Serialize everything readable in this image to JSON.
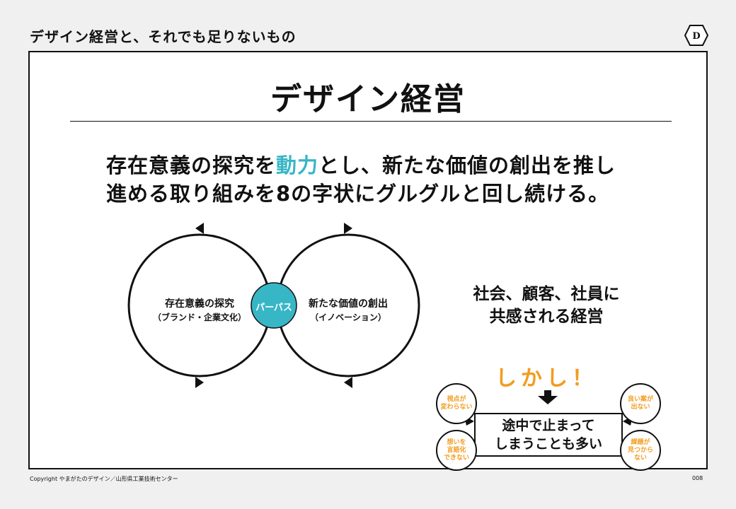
{
  "header": {
    "title": "デザイン経営と、それでも足りないもの",
    "logo_letter": "D"
  },
  "slide": {
    "title": "デザイン経営",
    "statement": {
      "line1_before": "存在意義の探究を",
      "line1_accent": "動力",
      "line1_after": "とし、新たな価値の創出を推し",
      "line2": "進める取り組みを8の字状にグルグルと回し続ける。"
    },
    "diagram": {
      "left_loop": {
        "main": "存在意義の探究",
        "sub": "（ブランド・企業文化）"
      },
      "right_loop": {
        "main": "新たな価値の創出",
        "sub": "（イノベーション）"
      },
      "center": "パーパス"
    },
    "empathy": {
      "line1": "社会、顧客、社員に",
      "line2": "共感される経営"
    },
    "however": "しかし！",
    "stall": {
      "line1": "途中で止まって",
      "line2": "しまうことも多い"
    },
    "bubbles": [
      {
        "text": "視点が\n変わらない"
      },
      {
        "text": "想いを\n言語化\nできない"
      },
      {
        "text": "良い案が\n出ない"
      },
      {
        "text": "課題が\n見つから\nない"
      }
    ]
  },
  "colors": {
    "accent": "#37b6c6",
    "highlight": "#f39c1f",
    "ink": "#111111"
  },
  "footer": {
    "copyright": "Copyright やまがたのデザイン／山形県工業技術センター",
    "page_number": "008"
  }
}
